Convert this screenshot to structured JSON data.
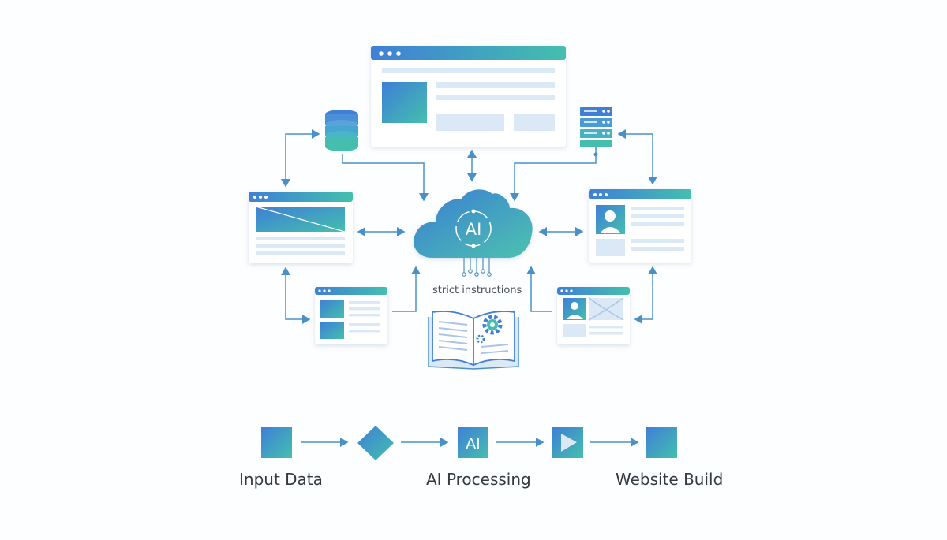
{
  "hub": {
    "label": "AI"
  },
  "instructions": {
    "label": "strict instructions"
  },
  "pipeline": {
    "steps": [
      {
        "kind": "square",
        "icon": "input-square-icon"
      },
      {
        "kind": "diamond",
        "icon": "diamond-icon"
      },
      {
        "kind": "ai",
        "text": "AI",
        "icon": "ai-box-icon"
      },
      {
        "kind": "play",
        "icon": "play-icon"
      },
      {
        "kind": "square",
        "icon": "output-square-icon"
      }
    ],
    "labels": {
      "input": "Input Data",
      "processing": "AI Processing",
      "build": "Website Build"
    }
  },
  "colors": {
    "blue": "#3f7fd6",
    "teal": "#44bfae",
    "line": "#4a90c8",
    "light": "#dbe8f6"
  }
}
